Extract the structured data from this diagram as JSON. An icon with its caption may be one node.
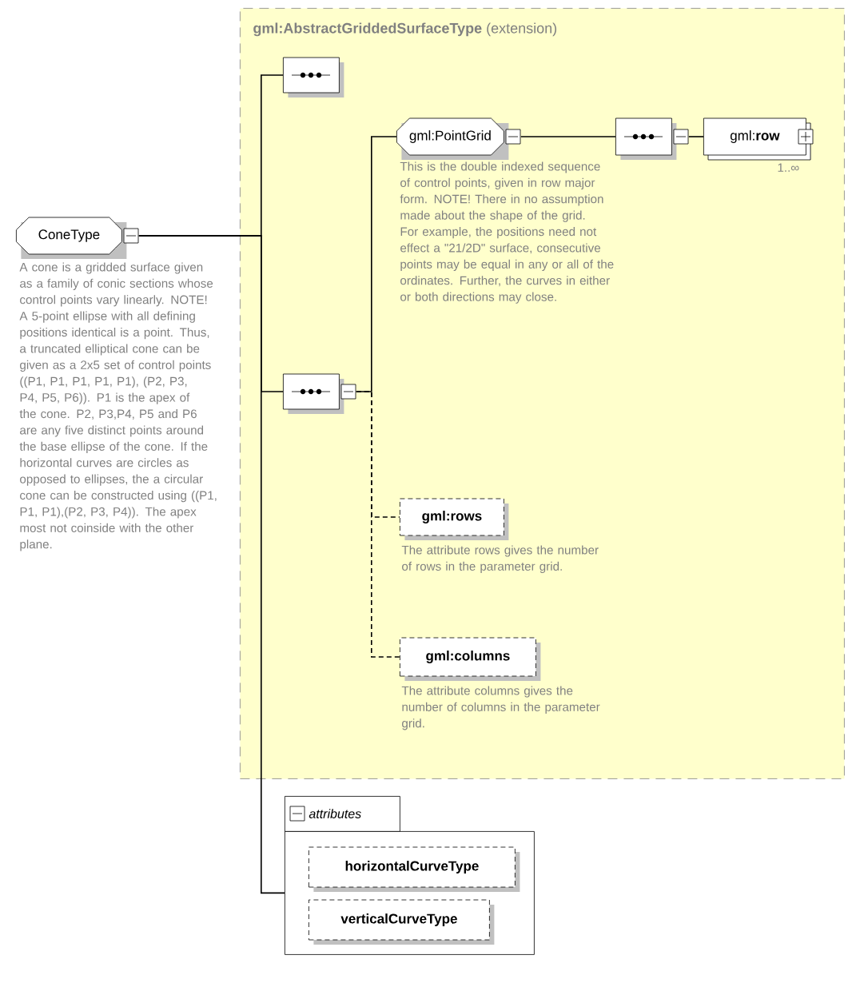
{
  "diagram": {
    "nodes": [
      {
        "text": [
          "**gml:AbstractGriddedSurfaceType** (extension)"
        ]
      },
      {
        "text": [
          "ConeType"
        ],
        "beside": [
          "A cone is a gridded surface given as a family of conic sections whose control points vary linearly. NOTE! A 5-point ellipse with all defining positions identical is a point. Thus, a truncated elliptical cone can be given as a 2x5 set of control points ((P1, P1, P1, P1, P1), (P2, P3, P4, P5, P6)). P1 is the apex of the cone. P2, P3,P4, P5 and P6 are any five distinct points around the base ellipse of the cone. If the horizontal curves are circles as opposed to ellipses, the a circular cone can be constructed using ((P1, P1, P1),(P2, P3, P4)). The apex most not coinside with the other plane."
        ]
      },
      {
        "text": [],
        "shape": "octagon",
        "in": 0
      },
      {
        "text": [],
        "shape": "octagon",
        "in": 0
      },
      {
        "text": [
          "gml:PointGrid"
        ],
        "in": 0,
        "beside": [
          "This is the double indexed sequence of control points, given in row major form. NOTE! There in no assumption made about the shape of the grid. For example, the positions need not effect a \"21/2D\" surface, consecutive points may be equal in any or all of the ordinates. Further, the curves in either or both directions may close."
        ]
      },
      {
        "text": [],
        "shape": "octagon",
        "in": 0
      },
      {
        "text": [
          "gml:**row**"
        ],
        "in": 0,
        "beside": [
          "1..∞"
        ]
      },
      {
        "text": [
          "gml:**rows**"
        ],
        "in": 0,
        "beside": [
          "The attribute rows gives the number of rows in the parameter grid."
        ]
      },
      {
        "text": [
          "gml:**columns**"
        ],
        "in": 0,
        "beside": [
          "The attribute columns gives the number of columns in the parameter grid."
        ]
      },
      {
        "text": [
          "attributes"
        ]
      },
      {
        "text": [],
        "shape": "box"
      },
      {
        "text": [
          "horizontalCurveType"
        ],
        "in": 10
      },
      {
        "text": [
          "verticalCurveType"
        ],
        "in": 10
      }
    ],
    "edges": [
      {
        "from": 1,
        "to": 2,
        "arrow": "none"
      },
      {
        "from": 1,
        "to": 3,
        "arrow": "none"
      },
      {
        "from": 1,
        "to": 10,
        "arrow": "none"
      },
      {
        "from": 3,
        "to": 4,
        "arrow": "none"
      },
      {
        "from": 3,
        "to": 7,
        "arrow": "none",
        "style": "dashed"
      },
      {
        "from": 3,
        "to": 8,
        "arrow": "none",
        "style": "dashed"
      },
      {
        "from": 4,
        "to": 5,
        "arrow": "none"
      },
      {
        "from": 5,
        "to": 6,
        "arrow": "none"
      }
    ]
  }
}
